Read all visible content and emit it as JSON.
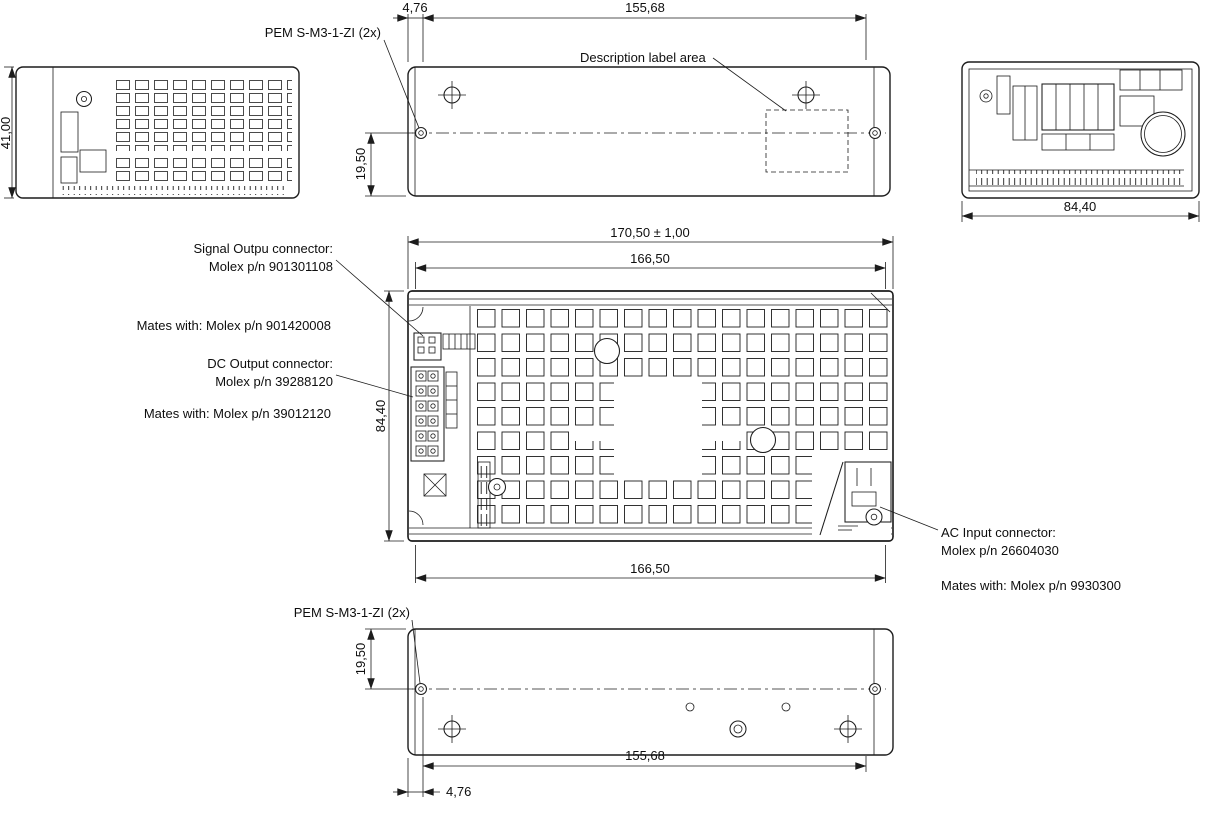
{
  "colors": {
    "line": "#1c1c1c",
    "background": "#ffffff"
  },
  "views": {
    "left_end": {
      "dim_height": "41,00"
    },
    "top": {
      "pem_label": "PEM S-M3-1-ZI (2x)",
      "desc_label": "Description label area",
      "dim_pem_offset": "4,76",
      "dim_pem_span": "155,68",
      "dim_pem_from_bottom": "19,50"
    },
    "right_end": {
      "dim_width": "84,40"
    },
    "main": {
      "dim_overall_width": "170,50 ± 1,00",
      "dim_inner_width_top": "166,50",
      "dim_depth": "84,40",
      "dim_inner_width_bottom": "166,50",
      "signal_connector_title": "Signal Outpu connector:",
      "signal_connector_pn": "Molex p/n 901301108",
      "signal_connector_mates": "Mates with: Molex p/n 901420008",
      "dc_connector_title": "DC Output connector:",
      "dc_connector_pn": "Molex p/n 39288120",
      "dc_connector_mates": "Mates with: Molex p/n 39012120",
      "ac_connector_title": "AC Input connector:",
      "ac_connector_pn": "Molex p/n 26604030",
      "ac_connector_mates": "Mates with: Molex p/n 9930300"
    },
    "bottom": {
      "pem_label": "PEM S-M3-1-ZI (2x)",
      "dim_pem_from_top": "19,50",
      "dim_pem_span": "155,68",
      "dim_pem_offset": "4,76"
    }
  }
}
